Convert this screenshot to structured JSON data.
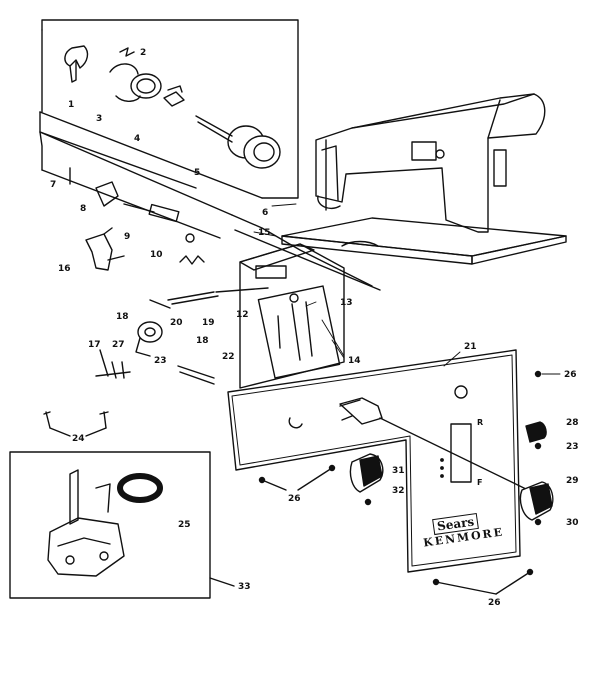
{
  "brand": {
    "sears": "Sears",
    "kenmore": "KENMORE"
  },
  "dial_marks": {
    "r": "R",
    "f": "F"
  },
  "callouts": [
    {
      "id": "c1",
      "text": "1"
    },
    {
      "id": "c2",
      "text": "2"
    },
    {
      "id": "c3",
      "text": "3"
    },
    {
      "id": "c4",
      "text": "4"
    },
    {
      "id": "c5",
      "text": "5"
    },
    {
      "id": "c6",
      "text": "6"
    },
    {
      "id": "c7",
      "text": "7"
    },
    {
      "id": "c8",
      "text": "8"
    },
    {
      "id": "c9",
      "text": "9"
    },
    {
      "id": "c10",
      "text": "10"
    },
    {
      "id": "c15",
      "text": "15"
    },
    {
      "id": "c16",
      "text": "16"
    },
    {
      "id": "c18",
      "text": "18"
    },
    {
      "id": "c20",
      "text": "20"
    },
    {
      "id": "c19",
      "text": "19"
    },
    {
      "id": "c12",
      "text": "12"
    },
    {
      "id": "c13",
      "text": "13"
    },
    {
      "id": "c14",
      "text": "14"
    },
    {
      "id": "c17",
      "text": "17"
    },
    {
      "id": "c21",
      "text": "21"
    },
    {
      "id": "c23a",
      "text": "23"
    },
    {
      "id": "c18b",
      "text": "18"
    },
    {
      "id": "c22",
      "text": "22"
    },
    {
      "id": "c27",
      "text": "27"
    },
    {
      "id": "c26a",
      "text": "26"
    },
    {
      "id": "c28",
      "text": "28"
    },
    {
      "id": "c23b",
      "text": "23"
    },
    {
      "id": "c24",
      "text": "24"
    },
    {
      "id": "c31",
      "text": "31"
    },
    {
      "id": "c32",
      "text": "32"
    },
    {
      "id": "c26b",
      "text": "26"
    },
    {
      "id": "c29",
      "text": "29"
    },
    {
      "id": "c30",
      "text": "30"
    },
    {
      "id": "c25",
      "text": "25"
    },
    {
      "id": "c33",
      "text": "33"
    },
    {
      "id": "c26c",
      "text": "26"
    }
  ]
}
